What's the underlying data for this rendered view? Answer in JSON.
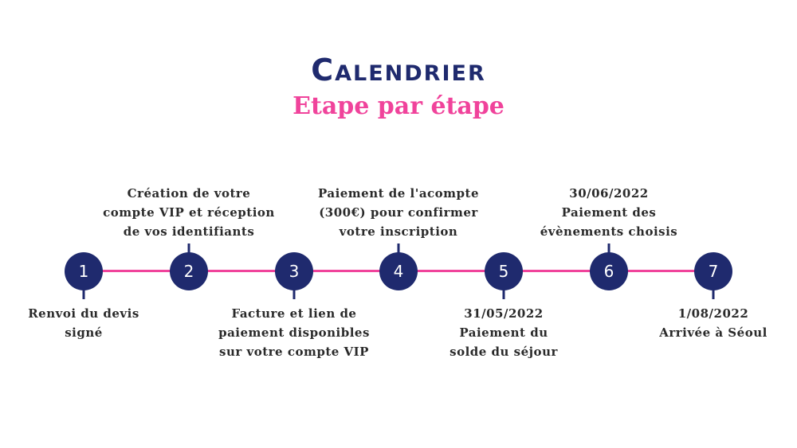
{
  "title": "Calendrier",
  "subtitle": "Etape par étape",
  "colors": {
    "primary": "#1f2a6e",
    "accent": "#f0439b"
  },
  "steps": [
    {
      "number": "1",
      "lines": [
        "Renvoi du devis",
        "signé"
      ]
    },
    {
      "number": "2",
      "lines": [
        "Création de votre",
        "compte VIP et réception",
        "de vos identifiants"
      ]
    },
    {
      "number": "3",
      "lines": [
        "Facture et lien de",
        "paiement disponibles",
        "sur votre compte VIP"
      ]
    },
    {
      "number": "4",
      "lines": [
        "Paiement de l'acompte",
        "(300€) pour confirmer",
        "votre inscription"
      ]
    },
    {
      "number": "5",
      "lines": [
        "31/05/2022",
        "Paiement du",
        "solde du séjour"
      ]
    },
    {
      "number": "6",
      "lines": [
        "30/06/2022",
        "Paiement des",
        "évènements choisis"
      ]
    },
    {
      "number": "7",
      "lines": [
        "1/08/2022",
        "Arrivée à Séoul"
      ]
    }
  ]
}
